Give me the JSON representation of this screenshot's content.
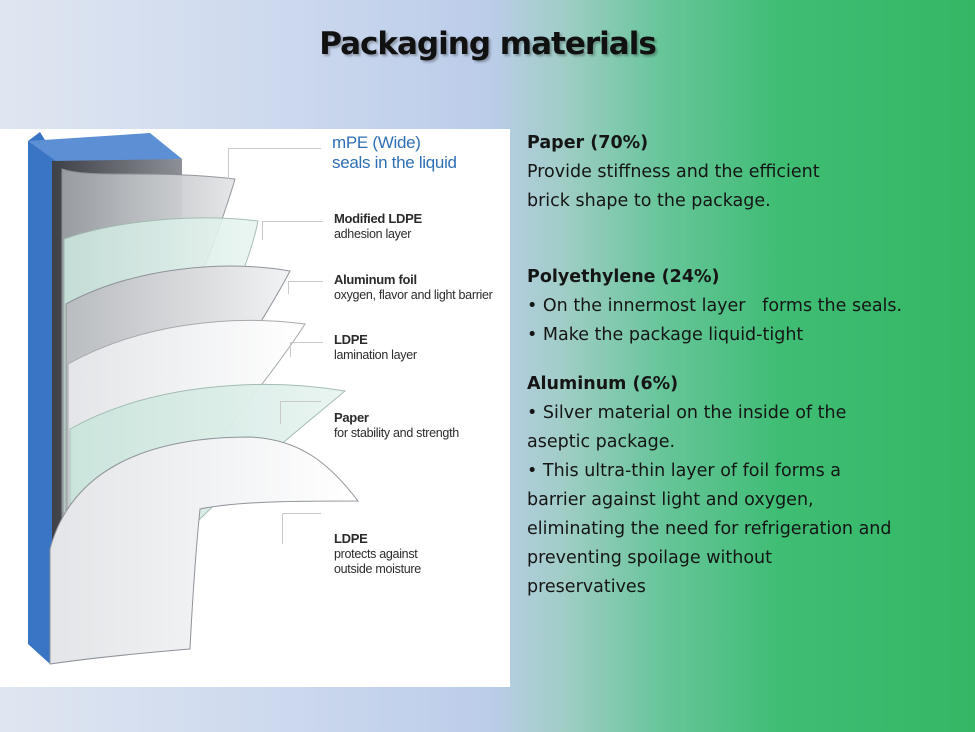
{
  "slide": {
    "title": "Packaging materials"
  },
  "diagram": {
    "colors": {
      "carton_blue": "#3a74c4",
      "carton_dark": "#55585d",
      "layer_grey": "#c8cbcf",
      "layer_white": "#f6f7f8",
      "layer_green": "#dbeee8",
      "label_blue": "#2f6fb5"
    },
    "labels": [
      {
        "id": "mpe",
        "name": "mPE (Wide)",
        "desc": "seals in the liquid"
      },
      {
        "id": "modified-ldpe",
        "name": "Modified LDPE",
        "desc": "adhesion layer"
      },
      {
        "id": "aluminum-foil",
        "name": "Aluminum foil",
        "desc": "oxygen, flavor and light barrier"
      },
      {
        "id": "ldpe-lamination",
        "name": "LDPE",
        "desc": "lamination layer"
      },
      {
        "id": "paper",
        "name": "Paper",
        "desc": "for stability and strength"
      },
      {
        "id": "ldpe-outer",
        "name": "LDPE",
        "desc": "protects against outside moisture"
      }
    ]
  },
  "sections": [
    {
      "heading": "Paper (70%)",
      "lines": [
        "Provide stiffness and the efficient",
        "brick shape to the package."
      ]
    },
    {
      "heading": "Polyethylene (24%)",
      "lines": [
        "• On the innermost layer   forms the seals.",
        "• Make the package liquid-tight"
      ]
    },
    {
      "heading": "Aluminum (6%)",
      "lines": [
        "• Silver material on the inside of the",
        "aseptic package.",
        "• This ultra-thin layer of foil forms a",
        "barrier against light and oxygen,",
        "eliminating the need for refrigeration and",
        "preventing spoilage without",
        "preservatives"
      ]
    }
  ]
}
